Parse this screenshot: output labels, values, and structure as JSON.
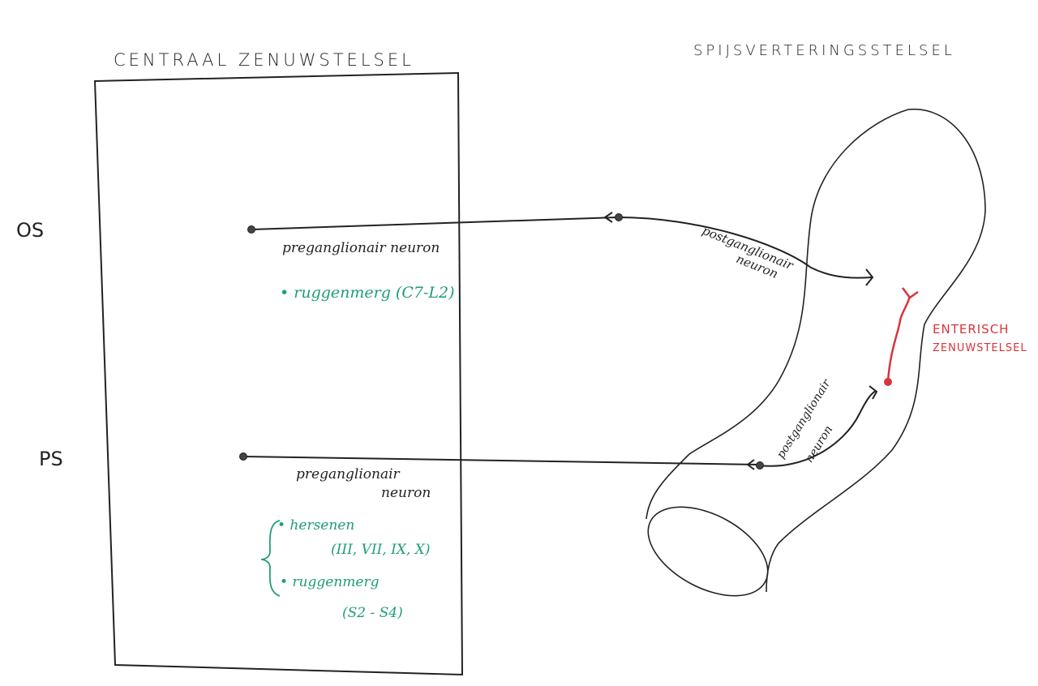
{
  "titles": {
    "cns": "CENTRAAL ZENUWSTELSEL",
    "digestive": "SPIJSVERTERINGSSTELSEL"
  },
  "systems": {
    "os": "OS",
    "ps": "PS"
  },
  "os": {
    "pre_label": "preganglionair neuron",
    "origin": "• ruggenmerg (C7-L2)",
    "post_label_1": "postganglionair",
    "post_label_2": "neuron"
  },
  "ps": {
    "pre_label_1": "preganglionair",
    "pre_label_2": "neuron",
    "origin_1": "• hersenen",
    "origin_1b": "(III, VII, IX, X)",
    "origin_2": "• ruggenmerg",
    "origin_2b": "(S2 - S4)",
    "post_label_1": "postganglionair",
    "post_label_2": "neuron"
  },
  "enteric": {
    "line1": "ENTERISCH",
    "line2": "ZENUWSTELSEL"
  },
  "colors": {
    "ink": "#222222",
    "green": "#1f9c7a",
    "red": "#d8343d"
  }
}
